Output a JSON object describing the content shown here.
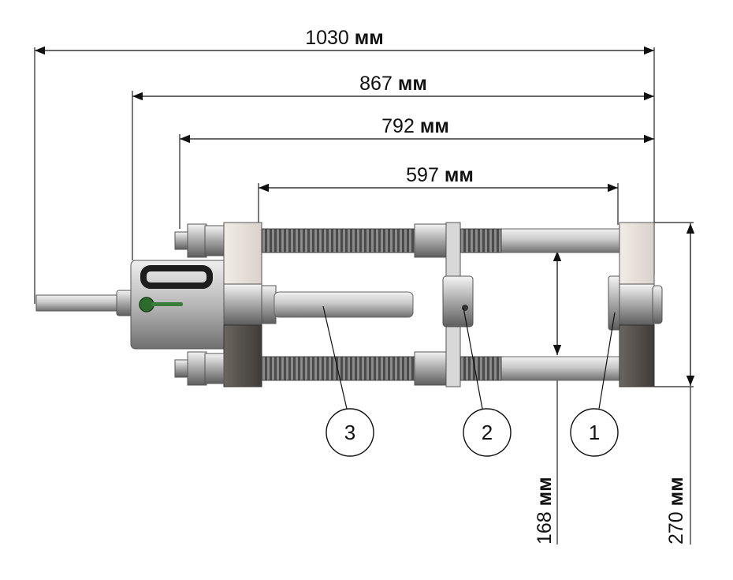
{
  "dimensions": {
    "overall_length": {
      "value": "1030",
      "unit": "мм"
    },
    "length_867": {
      "value": "867",
      "unit": "мм"
    },
    "length_792": {
      "value": "792",
      "unit": "мм"
    },
    "length_597": {
      "value": "597",
      "unit": "мм"
    },
    "height_168": {
      "value": "168",
      "unit": "мм"
    },
    "height_270": {
      "value": "270",
      "unit": "мм"
    }
  },
  "callouts": [
    {
      "label": "3"
    },
    {
      "label": "2"
    },
    {
      "label": "1"
    }
  ]
}
